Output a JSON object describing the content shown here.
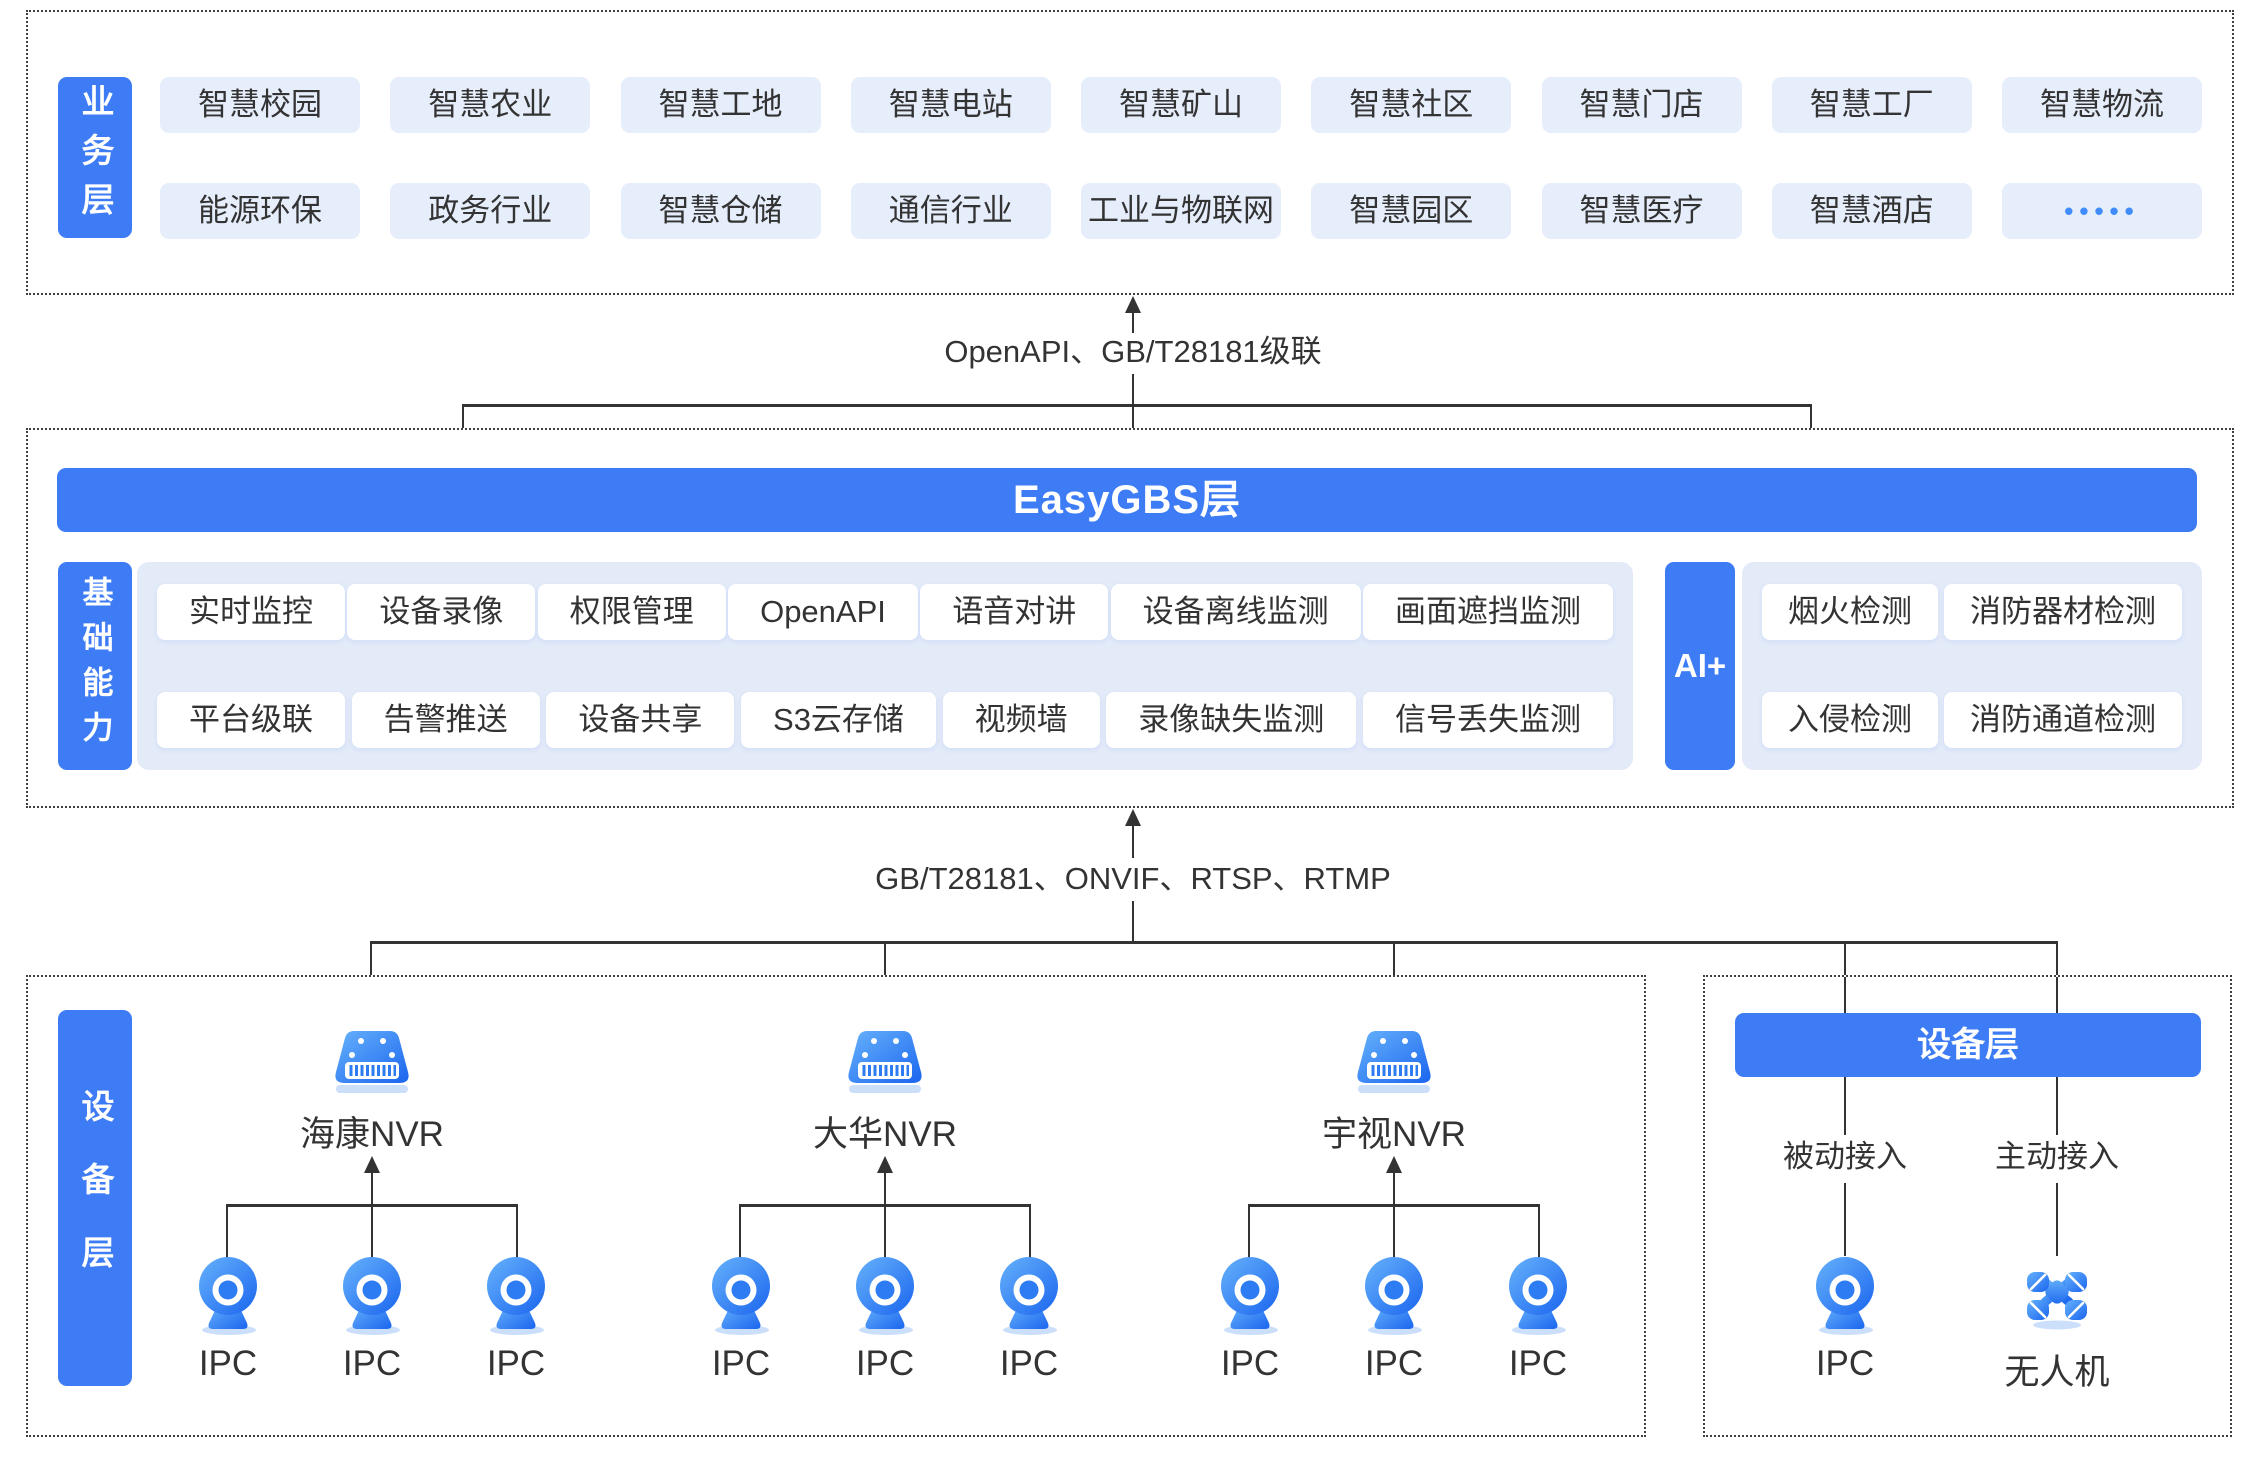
{
  "colors": {
    "accent": "#3D7CF5",
    "chip_bg": "#E6EDFB",
    "panel_bg": "#E3EAF8",
    "white_chip": "#FFFFFF",
    "line": "#333333",
    "text": "#333333",
    "icon_gradient_start": "#66B2FB",
    "icon_gradient_end": "#1B65EF",
    "icon_shadow": "#CBDFFB",
    "more_dots": "#3F8CFA"
  },
  "business_layer": {
    "label": "业务层",
    "row1": [
      "智慧校园",
      "智慧农业",
      "智慧工地",
      "智慧电站",
      "智慧矿山",
      "智慧社区",
      "智慧门店",
      "智慧工厂",
      "智慧物流"
    ],
    "row2": [
      "能源环保",
      "政务行业",
      "智慧仓储",
      "通信行业",
      "工业与物联网",
      "智慧园区",
      "智慧医疗",
      "智慧酒店",
      "•••••"
    ]
  },
  "connector_top": {
    "label": "OpenAPI、GB/T28181级联"
  },
  "easygbs_layer": {
    "title": "EasyGBS层",
    "base": {
      "label": "基础能力",
      "row1": [
        "实时监控",
        "设备录像",
        "权限管理",
        "OpenAPI",
        "语音对讲",
        "设备离线监测",
        "画面遮挡监测"
      ],
      "row2": [
        "平台级联",
        "告警推送",
        "设备共享",
        "S3云存储",
        "视频墙",
        "录像缺失监测",
        "信号丢失监测"
      ]
    },
    "ai": {
      "label": "AI+",
      "row1": [
        "烟火检测",
        "消防器材检测"
      ],
      "row2": [
        "入侵检测",
        "消防通道检测"
      ]
    }
  },
  "connector_bottom": {
    "label": "GB/T28181、ONVIF、RTSP、RTMP"
  },
  "device_layer": {
    "label": "设备层",
    "groups": [
      {
        "nvr": "海康NVR",
        "ipc": [
          "IPC",
          "IPC",
          "IPC"
        ]
      },
      {
        "nvr": "大华NVR",
        "ipc": [
          "IPC",
          "IPC",
          "IPC"
        ]
      },
      {
        "nvr": "宇视NVR",
        "ipc": [
          "IPC",
          "IPC",
          "IPC"
        ]
      }
    ]
  },
  "access_panel": {
    "title": "设备层",
    "passive": {
      "label": "被动接入",
      "device": "IPC"
    },
    "active": {
      "label": "主动接入",
      "device": "无人机"
    }
  }
}
